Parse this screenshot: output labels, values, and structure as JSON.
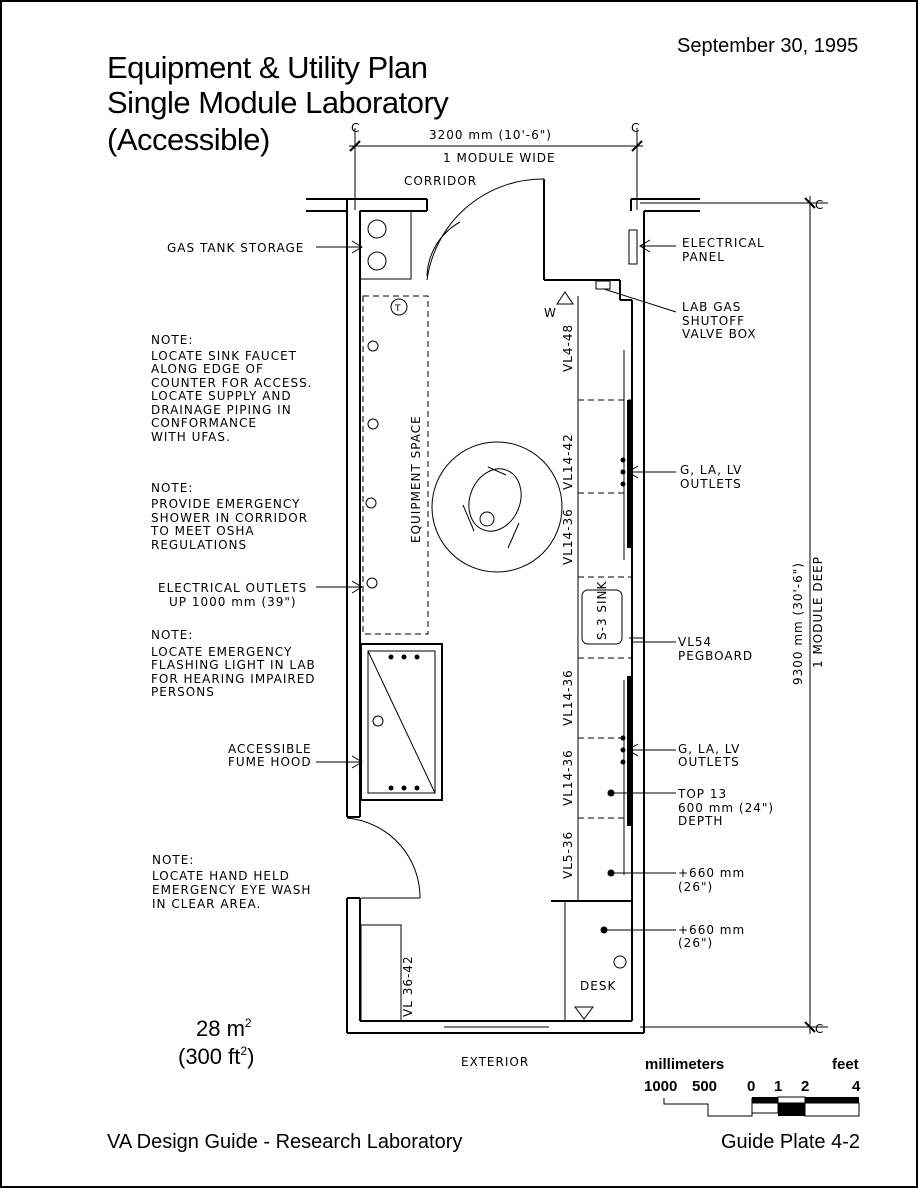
{
  "date": "September 30, 1995",
  "title": {
    "line1": "Equipment & Utility Plan",
    "line2": "Single Module Laboratory",
    "line3": "(Accessible)"
  },
  "dimensions": {
    "width_label": "3200 mm  (10'-6\")",
    "module_wide": "1 MODULE WIDE",
    "depth_label": "9300 mm  (30'-6\")",
    "module_deep": "1 MODULE DEEP"
  },
  "rooms": {
    "corridor": "CORRIDOR",
    "exterior": "EXTERIOR",
    "equipment_space": "EQUIPMENT SPACE",
    "desk": "DESK",
    "sink": "S-3 SINK"
  },
  "casework": [
    "VL4-48",
    "VL14-42",
    "VL14-36",
    "VL14-36",
    "VL14-36",
    "VL5-36",
    "VL 36-42"
  ],
  "markers": {
    "w": "W",
    "t": "T"
  },
  "left_notes": [
    {
      "lines": [
        "GAS TANK STORAGE"
      ]
    },
    {
      "lines": [
        "NOTE:",
        "LOCATE SINK FAUCET",
        "ALONG EDGE OF",
        "COUNTER FOR ACCESS.",
        "LOCATE SUPPLY AND",
        "DRAINAGE PIPING IN",
        "CONFORMANCE",
        "WITH UFAS."
      ]
    },
    {
      "lines": [
        "NOTE:",
        "PROVIDE EMERGENCY",
        "SHOWER IN CORRIDOR",
        "TO MEET OSHA",
        "REGULATIONS"
      ]
    },
    {
      "lines": [
        "ELECTRICAL OUTLETS",
        "UP 1000 mm  (39\")"
      ]
    },
    {
      "lines": [
        "NOTE:",
        "LOCATE EMERGENCY",
        "FLASHING LIGHT IN LAB",
        "FOR HEARING IMPAIRED",
        "PERSONS"
      ]
    },
    {
      "lines": [
        "ACCESSIBLE",
        "FUME HOOD"
      ]
    },
    {
      "lines": [
        "NOTE:",
        "LOCATE HAND HELD",
        "EMERGENCY EYE WASH",
        "IN CLEAR AREA."
      ]
    }
  ],
  "right_notes": [
    {
      "lines": [
        "ELECTRICAL",
        "PANEL"
      ]
    },
    {
      "lines": [
        "LAB GAS",
        "SHUTOFF",
        "VALVE BOX"
      ]
    },
    {
      "lines": [
        "G, LA, LV",
        "OUTLETS"
      ]
    },
    {
      "lines": [
        "VL54",
        "PEGBOARD"
      ]
    },
    {
      "lines": [
        "G, LA, LV",
        "OUTLETS"
      ]
    },
    {
      "lines": [
        "TOP 13",
        "600 mm  (24\")",
        "DEPTH"
      ]
    },
    {
      "lines": [
        "+660 mm",
        "(26\")"
      ]
    },
    {
      "lines": [
        "+660 mm",
        "(26\")"
      ]
    }
  ],
  "area": {
    "metric": "28 m",
    "metric_sup": "2",
    "imperial": "(300 ft",
    "imperial_sup": "2",
    "imperial_close": ")"
  },
  "scale": {
    "millimeters": "millimeters",
    "feet": "feet",
    "mm_ticks": [
      "1000",
      "500"
    ],
    "ft_ticks": [
      "0",
      "1",
      "2",
      "4"
    ]
  },
  "footer": {
    "left": "VA Design Guide - Research Laboratory",
    "right": "Guide Plate 4-2"
  }
}
